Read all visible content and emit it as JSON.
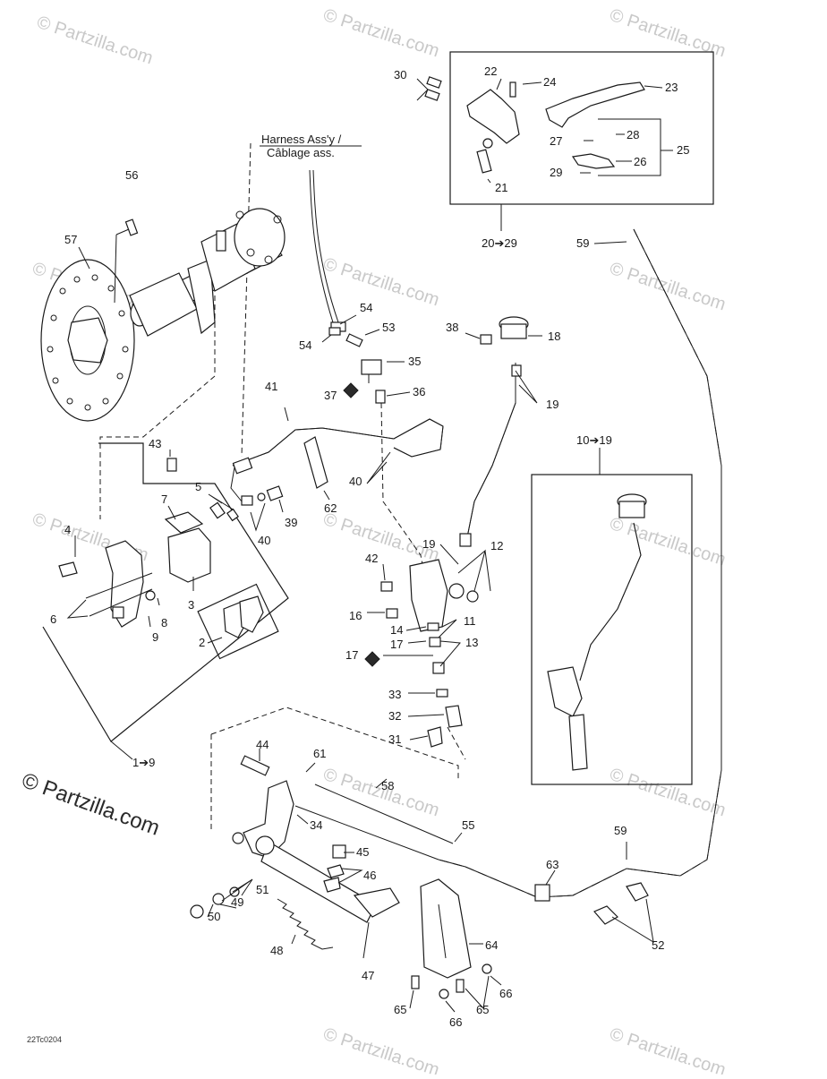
{
  "brand": {
    "watermark": "© Partzilla.com",
    "corner_mark": "© Partzilla.com"
  },
  "diagram_code": "22Tc0204",
  "harness_label": {
    "line1": "Harness Ass'y /",
    "line2": "Câblage ass."
  },
  "group_labels": {
    "g1": "1➔9",
    "g10": "10➔19",
    "g20": "20➔29"
  },
  "callouts": {
    "c2": "2",
    "c3": "3",
    "c4": "4",
    "c5": "5",
    "c6": "6",
    "c7": "7",
    "c8": "8",
    "c9": "9",
    "c11": "11",
    "c12": "12",
    "c13": "13",
    "c14": "14",
    "c16": "16",
    "c17": "17",
    "c18": "18",
    "c19a": "19",
    "c19b": "19",
    "c21": "21",
    "c22": "22",
    "c23": "23",
    "c24": "24",
    "c25": "25",
    "c26": "26",
    "c27": "27",
    "c28": "28",
    "c29": "29",
    "c30": "30",
    "c31": "31",
    "c32": "32",
    "c33": "33",
    "c34": "34",
    "c35": "35",
    "c36": "36",
    "c37": "37",
    "c38": "38",
    "c39": "39",
    "c40a": "40",
    "c40b": "40",
    "c41": "41",
    "c42": "42",
    "c43": "43",
    "c44": "44",
    "c45": "45",
    "c46": "46",
    "c47": "47",
    "c48": "48",
    "c49": "49",
    "c50": "50",
    "c51": "51",
    "c52": "52",
    "c53": "53",
    "c54a": "54",
    "c54b": "54",
    "c55": "55",
    "c56": "56",
    "c57": "57",
    "c58": "58",
    "c59a": "59",
    "c59b": "59",
    "c61": "61",
    "c62": "62",
    "c63": "63",
    "c64": "64",
    "c65a": "65",
    "c65b": "65",
    "c66a": "66",
    "c66b": "66"
  }
}
